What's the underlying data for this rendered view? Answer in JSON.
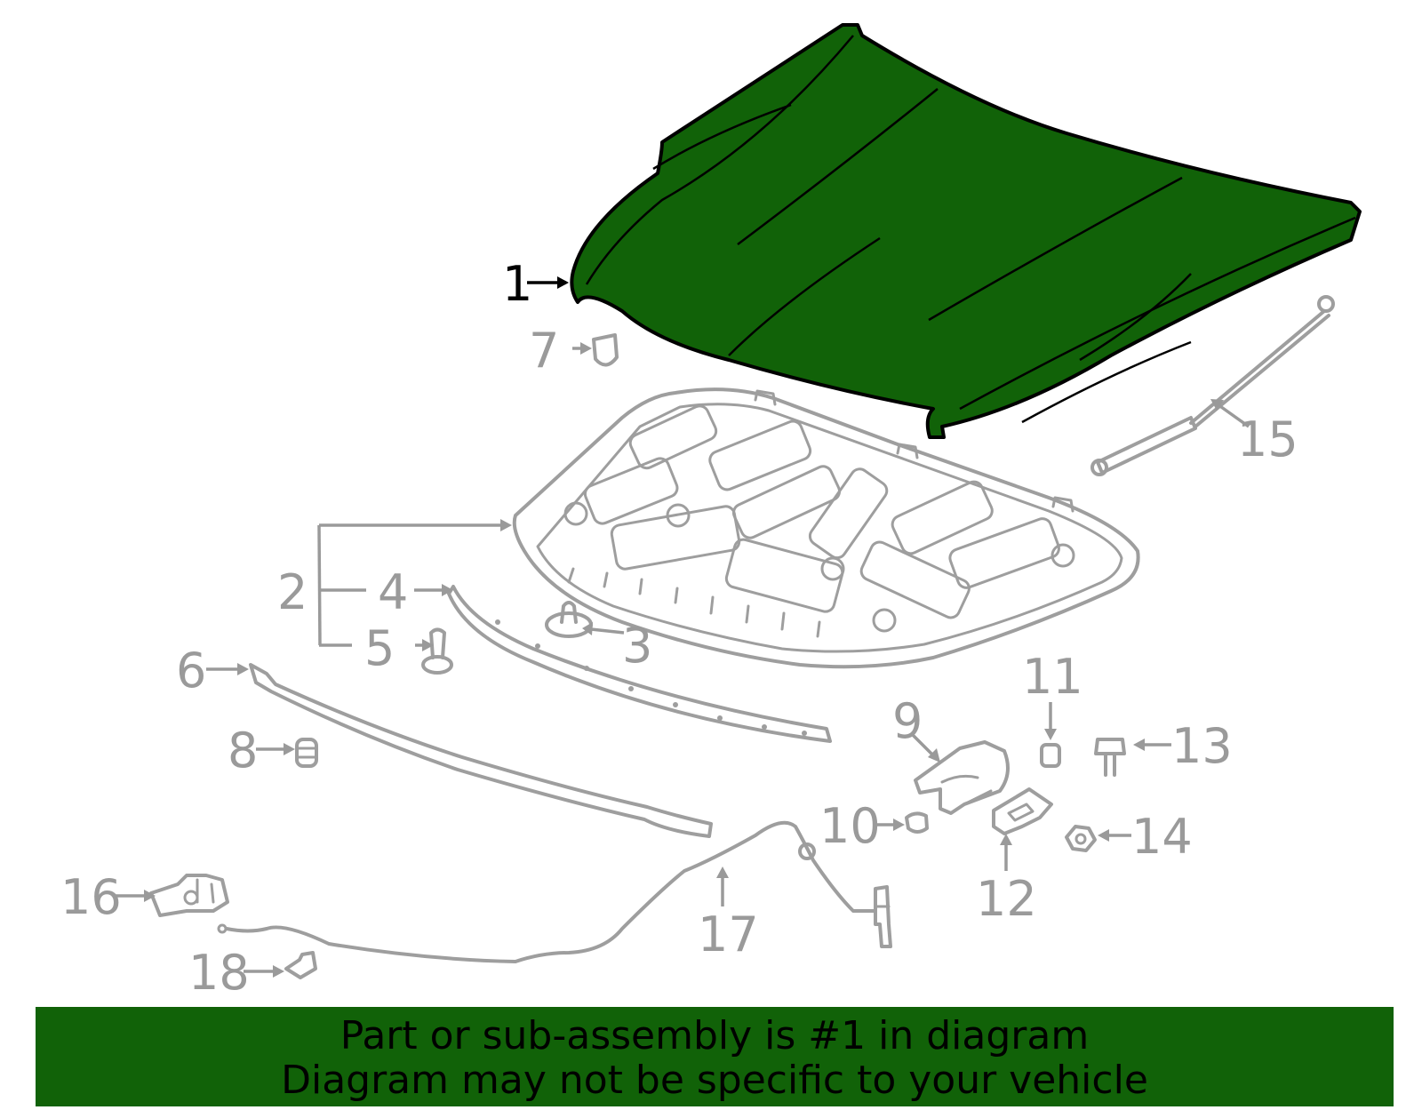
{
  "colors": {
    "highlight_fill": "#116208",
    "highlight_stroke": "#000000",
    "part_stroke": "#9e9e9e",
    "label_gray": "#9a9a9a",
    "banner_bg": "#116208"
  },
  "callouts": [
    {
      "id": "1",
      "label": "1",
      "highlighted": true
    },
    {
      "id": "2",
      "label": "2"
    },
    {
      "id": "3",
      "label": "3"
    },
    {
      "id": "4",
      "label": "4"
    },
    {
      "id": "5",
      "label": "5"
    },
    {
      "id": "6",
      "label": "6"
    },
    {
      "id": "7",
      "label": "7"
    },
    {
      "id": "8",
      "label": "8"
    },
    {
      "id": "9",
      "label": "9"
    },
    {
      "id": "10",
      "label": "10"
    },
    {
      "id": "11",
      "label": "11"
    },
    {
      "id": "12",
      "label": "12"
    },
    {
      "id": "13",
      "label": "13"
    },
    {
      "id": "14",
      "label": "14"
    },
    {
      "id": "15",
      "label": "15"
    },
    {
      "id": "16",
      "label": "16"
    },
    {
      "id": "17",
      "label": "17"
    },
    {
      "id": "18",
      "label": "18"
    }
  ],
  "banner": {
    "line1": "Part or sub-assembly is #1 in diagram",
    "line2": "Diagram may not be specific to your vehicle"
  }
}
